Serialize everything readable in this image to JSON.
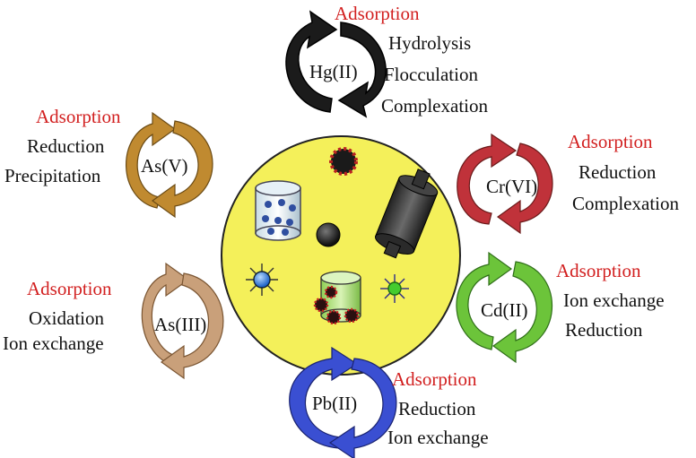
{
  "colors": {
    "center_disk": "#f4f05a",
    "hg_arrows": "#1b1b1b",
    "cr_arrows": "#c0323a",
    "cd_arrows": "#6cc43a",
    "pb_arrows": "#3a4fd2",
    "as3_arrows": "#c9a07a",
    "as5_arrows": "#c08a30",
    "mechanism_red": "#d22020"
  },
  "center": {
    "icons": [
      "porous-cylinder-icon",
      "core-shell-particle-icon",
      "dark-sphere-icon",
      "roller-cylinder-icon",
      "blue-spiky-particle-icon",
      "green-spiky-particle-icon",
      "coated-cylinder-icon"
    ]
  },
  "metals": [
    {
      "id": "hg",
      "ion": "Hg(II)",
      "mechanisms": [
        "Adsorption",
        "Hydrolysis",
        "Flocculation",
        "Complexation"
      ]
    },
    {
      "id": "cr",
      "ion": "Cr(VI)",
      "mechanisms": [
        "Adsorption",
        "Reduction",
        "Complexation"
      ]
    },
    {
      "id": "cd",
      "ion": "Cd(II)",
      "mechanisms": [
        "Adsorption",
        "Ion exchange",
        "Reduction"
      ]
    },
    {
      "id": "pb",
      "ion": "Pb(II)",
      "mechanisms": [
        "Adsorption",
        "Reduction",
        "Ion exchange"
      ]
    },
    {
      "id": "as3",
      "ion": "As(III)",
      "mechanisms": [
        "Adsorption",
        "Oxidation",
        "Ion exchange"
      ]
    },
    {
      "id": "as5",
      "ion": "As(V)",
      "mechanisms": [
        "Adsorption",
        "Reduction",
        "Precipitation"
      ]
    }
  ]
}
